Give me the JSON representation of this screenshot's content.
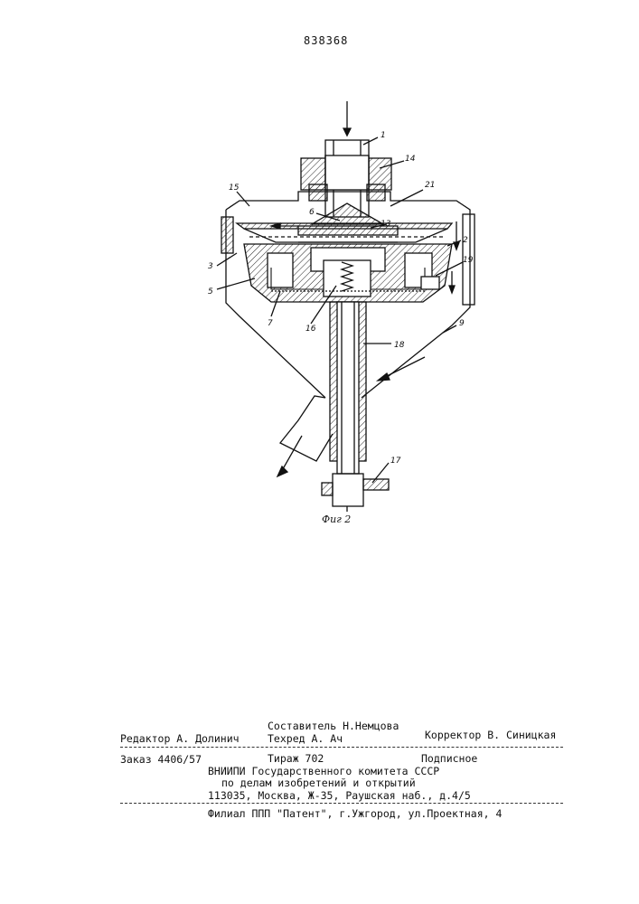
{
  "patent_number": "838368",
  "figure_caption": "Фиг 2",
  "drawing_labels": {
    "l1": "1",
    "l14": "14",
    "l15": "15",
    "l21": "21",
    "l6": "6",
    "l13": "13",
    "l2": "2",
    "l3": "3",
    "l19": "19",
    "l5": "5",
    "l7": "7",
    "l16": "16",
    "l18": "18",
    "l9": "9",
    "l17": "17"
  },
  "footer": {
    "editor": "Редактор А. Долинич",
    "compiler": "Составитель Н.Немцова",
    "techred": "Техред А. Ач",
    "corrector": "Корректор В. Синицкая",
    "order": "Заказ 4406/57",
    "circulation": "Тираж 702",
    "subscription": "Подписное",
    "org_line1": "ВНИИПИ Государственного комитета СССР",
    "org_line2": "по делам изобретений и открытий",
    "org_address": "113035, Москва, Ж-35, Раушская наб., д.4/5",
    "branch": "Филиал ППП \"Патент\", г.Ужгород, ул.Проектная, 4"
  }
}
